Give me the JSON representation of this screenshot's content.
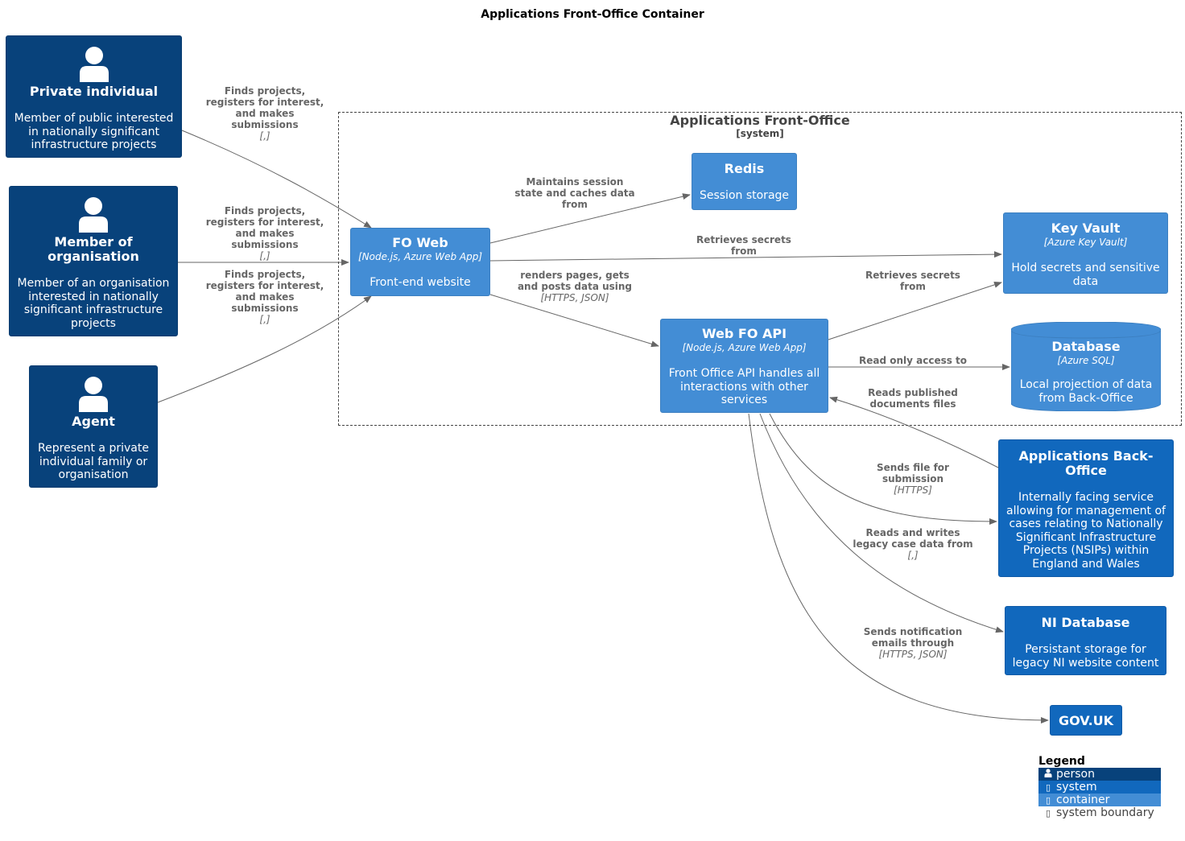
{
  "diagram": {
    "title": "Applications Front-Office Container"
  },
  "boundary": {
    "name": "Applications Front-Office",
    "type": "[system]"
  },
  "people": {
    "private": {
      "name": "Private individual",
      "desc": "Member of public interested in nationally significant infrastructure projects"
    },
    "member": {
      "name": "Member of organisation",
      "desc": "Member of an organisation interested in nationally significant infrastructure projects"
    },
    "agent": {
      "name": "Agent",
      "desc": "Represent a private individual family or organisation"
    }
  },
  "containers": {
    "fo_web": {
      "name": "FO Web",
      "tech": "[Node.js, Azure Web App]",
      "desc": "Front-end website"
    },
    "redis": {
      "name": "Redis",
      "desc": "Session storage"
    },
    "key_vault": {
      "name": "Key Vault",
      "tech": "[Azure Key Vault]",
      "desc": "Hold secrets and sensitive data"
    },
    "web_fo_api": {
      "name": "Web FO API",
      "tech": "[Node.js, Azure Web App]",
      "desc": "Front Office API handles all interactions with other services"
    },
    "database": {
      "name": "Database",
      "tech": "[Azure SQL]",
      "desc": "Local projection of data from Back-Office"
    }
  },
  "systems": {
    "back_office": {
      "name": "Applications Back-Office",
      "desc": "Internally facing service allowing for management of cases relating to Nationally Significant Infrastructure Projects (NSIPs) within England and Wales"
    },
    "ni_database": {
      "name": "NI Database",
      "desc": "Persistant storage for legacy NI website content"
    },
    "gov_uk": {
      "name": "GOV.UK"
    }
  },
  "edges": {
    "private_to_web": {
      "label": "Finds projects, registers for interest, and makes submissions",
      "tech": "[,]"
    },
    "member_to_web": {
      "label": "Finds projects, registers for interest, and makes submissions",
      "tech": "[,]"
    },
    "agent_to_web": {
      "label": "Finds projects, registers for interest, and makes submissions",
      "tech": "[,]"
    },
    "web_to_redis": {
      "label": "Maintains session state and caches data from"
    },
    "web_to_keyvault": {
      "label": "Retrieves secrets from"
    },
    "web_to_api": {
      "label": "renders pages, gets and posts data using",
      "tech": "[HTTPS, JSON]"
    },
    "api_to_keyvault": {
      "label": "Retrieves secrets from"
    },
    "api_to_database": {
      "label": "Read only access to"
    },
    "backoffice_to_api": {
      "label": "Reads published documents files"
    },
    "api_to_backoffice": {
      "label": "Sends file for submission",
      "tech": "[HTTPS]"
    },
    "api_to_ni": {
      "label": "Reads and writes legacy case data from",
      "tech": "[,]"
    },
    "api_to_govuk": {
      "label": "Sends notification emails through",
      "tech": "[HTTPS, JSON]"
    }
  },
  "legend": {
    "title": "Legend",
    "person": "person",
    "system": "system",
    "container": "container",
    "boundary": "system boundary"
  },
  "colors": {
    "person": "#08427b",
    "system": "#1168bd",
    "container": "#438dd5",
    "edge": "#666666"
  }
}
